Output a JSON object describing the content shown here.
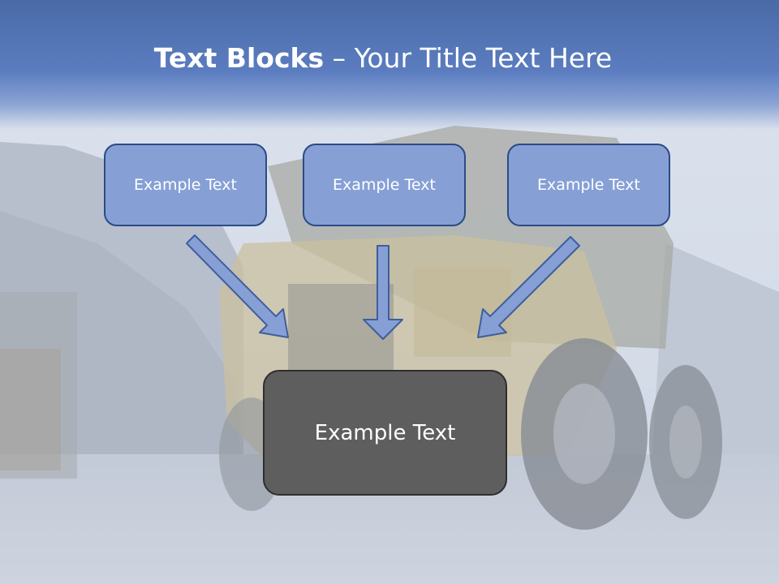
{
  "slide": {
    "title_bold": "Text Blocks",
    "title_dash": " – ",
    "title_rest": "Your Title Text Here",
    "boxes": [
      {
        "label": "Example Text"
      },
      {
        "label": "Example Text"
      },
      {
        "label": "Example Text"
      }
    ],
    "main_box": {
      "label": "Example Text"
    }
  },
  "colors": {
    "title_band": "#5b7dc0",
    "box_fill": "#86a0d6",
    "box_border": "#2c4a86",
    "arrow_fill": "#86a0d6",
    "main_box_fill": "#5e5e5e"
  }
}
